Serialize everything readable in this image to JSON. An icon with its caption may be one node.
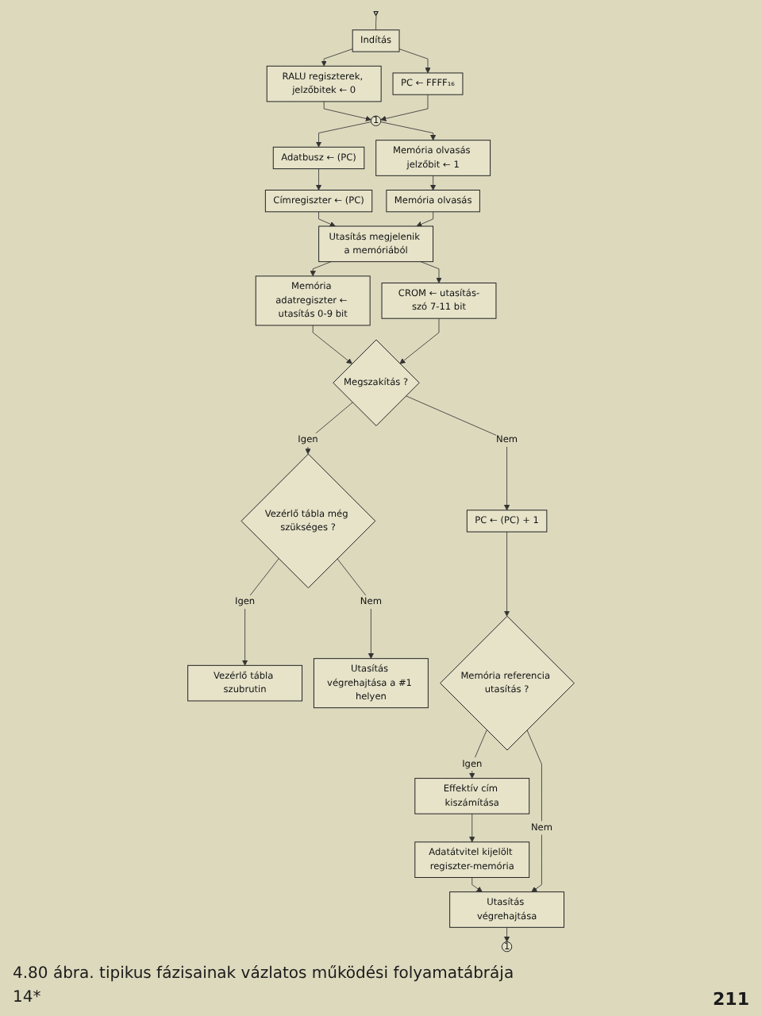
{
  "diagram": {
    "caption": "4.80 ábra. tipikus fázisainak vázlatos működési folyamatábrája",
    "nodes": [
      {
        "text": [],
        "shape": "triangle"
      },
      {
        "text": [
          "Indítás"
        ]
      },
      {
        "text": [
          "RALU regiszterek, jelzőbitek ← 0"
        ]
      },
      {
        "text": [
          "PC ← FFFF₁₆"
        ]
      },
      {
        "text": [
          "1"
        ]
      },
      {
        "text": [
          "Adatbusz ← (PC)"
        ]
      },
      {
        "text": [
          "Memória olvasás jelzőbit ← 1"
        ]
      },
      {
        "text": [
          "Címregiszter ← (PC)"
        ]
      },
      {
        "text": [
          "Memória olvasás"
        ]
      },
      {
        "text": [
          "Utasítás megjelenik a memóriából"
        ]
      },
      {
        "text": [
          "Memória adatregiszter ← utasítás 0-9 bit"
        ]
      },
      {
        "text": [
          "CROM ← utasítás-szó 7-11 bit"
        ]
      },
      {
        "text": [
          "Megszakítás ?"
        ]
      },
      {
        "text": [
          "Vezérlő tábla még szükséges ?"
        ]
      },
      {
        "text": [
          "Vezérlő tábla szubrutin"
        ]
      },
      {
        "text": [
          "PC ← (PC) + 1"
        ]
      },
      {
        "text": [
          "Utasítás végrehajtása a #1 helyen"
        ]
      },
      {
        "text": [
          "Memória referencia utasítás ?"
        ]
      },
      {
        "text": [
          "Effektív cím kiszámítása"
        ]
      },
      {
        "text": [
          "Adatátvitel kijelölt regiszter-memória"
        ]
      },
      {
        "text": [
          "Utasítás végrehajtása"
        ]
      },
      {
        "text": [
          "1"
        ]
      }
    ],
    "edges": [
      {
        "from": 0,
        "to": 1,
        "arrow": "none"
      },
      {
        "from": 1,
        "to": 2,
        "arrow": "to"
      },
      {
        "from": 1,
        "to": 3,
        "arrow": "to"
      },
      {
        "from": 2,
        "to": 4,
        "arrow": "to"
      },
      {
        "from": 3,
        "to": 4,
        "arrow": "to"
      },
      {
        "from": 4,
        "to": 5,
        "arrow": "to"
      },
      {
        "from": 4,
        "to": 6,
        "arrow": "to"
      },
      {
        "from": 5,
        "to": 7,
        "arrow": "to"
      },
      {
        "from": 6,
        "to": 8,
        "arrow": "to"
      },
      {
        "from": 7,
        "to": 9,
        "arrow": "to"
      },
      {
        "from": 8,
        "to": 9,
        "arrow": "to"
      },
      {
        "from": 9,
        "to": 10,
        "arrow": "to"
      },
      {
        "from": 9,
        "to": 11,
        "arrow": "to"
      },
      {
        "from": 10,
        "to": 12,
        "arrow": "to"
      },
      {
        "from": 11,
        "to": 12,
        "arrow": "to"
      },
      {
        "from": 12,
        "to": 15,
        "arrow": "to",
        "label": "Nem"
      },
      {
        "from": 12,
        "to": 13,
        "arrow": "to",
        "label": "Igen"
      },
      {
        "from": 13,
        "to": 14,
        "arrow": "to",
        "label": "Igen"
      },
      {
        "from": 13,
        "to": 16,
        "arrow": "to",
        "label": "Nem"
      },
      {
        "from": 15,
        "to": 17,
        "arrow": "to"
      },
      {
        "from": 17,
        "to": 18,
        "arrow": "to",
        "label": "Igen"
      },
      {
        "from": 18,
        "to": 19,
        "arrow": "to"
      },
      {
        "from": 19,
        "to": 20,
        "arrow": "to"
      },
      {
        "from": 17,
        "to": 20,
        "arrow": "to",
        "label": "Nem"
      },
      {
        "from": 20,
        "to": 21,
        "arrow": "to"
      }
    ],
    "labels": [
      "14*",
      "211"
    ]
  }
}
